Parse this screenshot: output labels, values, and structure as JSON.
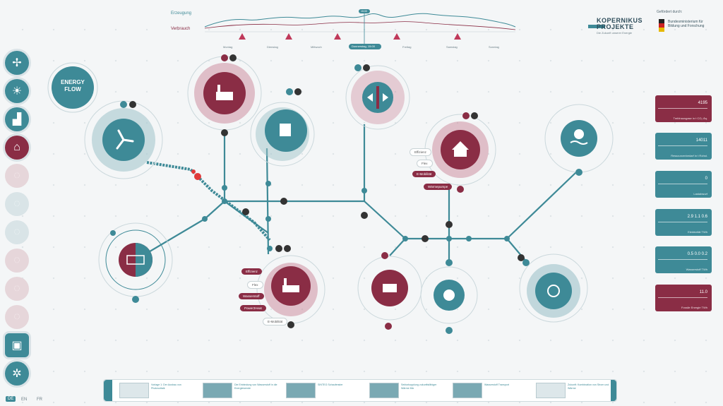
{
  "header": {
    "label_generation": "Erzeugung",
    "label_consumption": "Verbrauch",
    "time_labels": [
      "Montag",
      "Dienstag",
      "Mittwoch",
      "Donnerstag, 15:00",
      "Freitag",
      "Samstag",
      "Sonntag"
    ],
    "current_marker": "Donnerstag, 15:00",
    "timeline_chip": "15:00"
  },
  "logo": {
    "title_line1": "KOPERNIKUS",
    "title_line2": "PROJEKTE",
    "subtitle": "Die Zukunft unserer Energie"
  },
  "government": {
    "label": "Gefördert durch:",
    "ministry": "Bundesministerium für Bildung und Forschung"
  },
  "center_badge": {
    "line1": "ENERGY",
    "line2": "FLOW"
  },
  "stats": [
    {
      "value": "4195",
      "label": "Treibhausgase in t CO₂ Äq.",
      "color": "maroon"
    },
    {
      "value": "14011",
      "label": "Ressourcenbedarf in t Rohst.",
      "color": "teal"
    },
    {
      "value": "0",
      "label": "Lastabwurf",
      "color": "teal"
    },
    {
      "value": "2.9  1.1  0.6",
      "label": "Elektrizität TWh",
      "color": "teal"
    },
    {
      "value": "0.5  0.0  0.2",
      "label": "Wasserstoff TWh",
      "color": "teal"
    },
    {
      "value": "11.0",
      "label": "Fossile Energie TWh",
      "color": "maroon"
    }
  ],
  "pills_right": [
    "Effizienz",
    "Flex",
    "E-Mobilität",
    "Wärmepumpe"
  ],
  "pills_left": [
    "Effizienz",
    "Flex",
    "Wasserstoff",
    "Power2Heat",
    "E-Mobilität"
  ],
  "languages": [
    "DE",
    "EN",
    "FR"
  ],
  "news": [
    {
      "title": "Vorlage 1: Der Ausbau von Photovoltaik"
    },
    {
      "title": "Die Einbindung von Wasserstoff in die Energiewende"
    },
    {
      "title": "SINTEG Schaufenster"
    },
    {
      "title": "Sektorkopplung zukunftsfähiger Wärme Mix"
    },
    {
      "title": "Wasserstoff Transport"
    },
    {
      "title": "Zukunft: Kombination von Strom und Wärme"
    }
  ],
  "colors": {
    "teal": "#3e8a97",
    "maroon": "#8a2d45"
  }
}
